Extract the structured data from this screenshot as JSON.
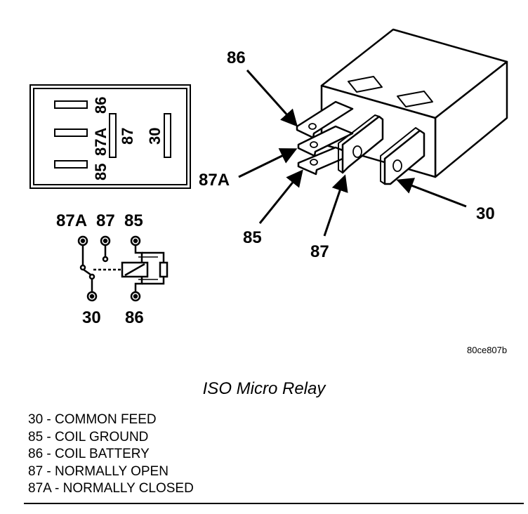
{
  "relay_drawing": {
    "callouts": {
      "t86": "86",
      "t87a": "87A",
      "t85": "85",
      "t87": "87",
      "t30": "30"
    }
  },
  "pin_diagram": {
    "labels": {
      "p86": "86",
      "p87a": "87A",
      "p85": "85",
      "p87": "87",
      "p30": "30"
    }
  },
  "schematic": {
    "top_labels": {
      "s87a": "87A",
      "s87": "87",
      "s85": "85"
    },
    "bottom_labels": {
      "s30": "30",
      "s86": "86"
    }
  },
  "figure_code": "80ce807b",
  "caption": "ISO Micro Relay",
  "legend": [
    "30 - COMMON FEED",
    "85 - COIL GROUND",
    "86 - COIL BATTERY",
    "87 - NORMALLY OPEN",
    "87A - NORMALLY CLOSED"
  ]
}
